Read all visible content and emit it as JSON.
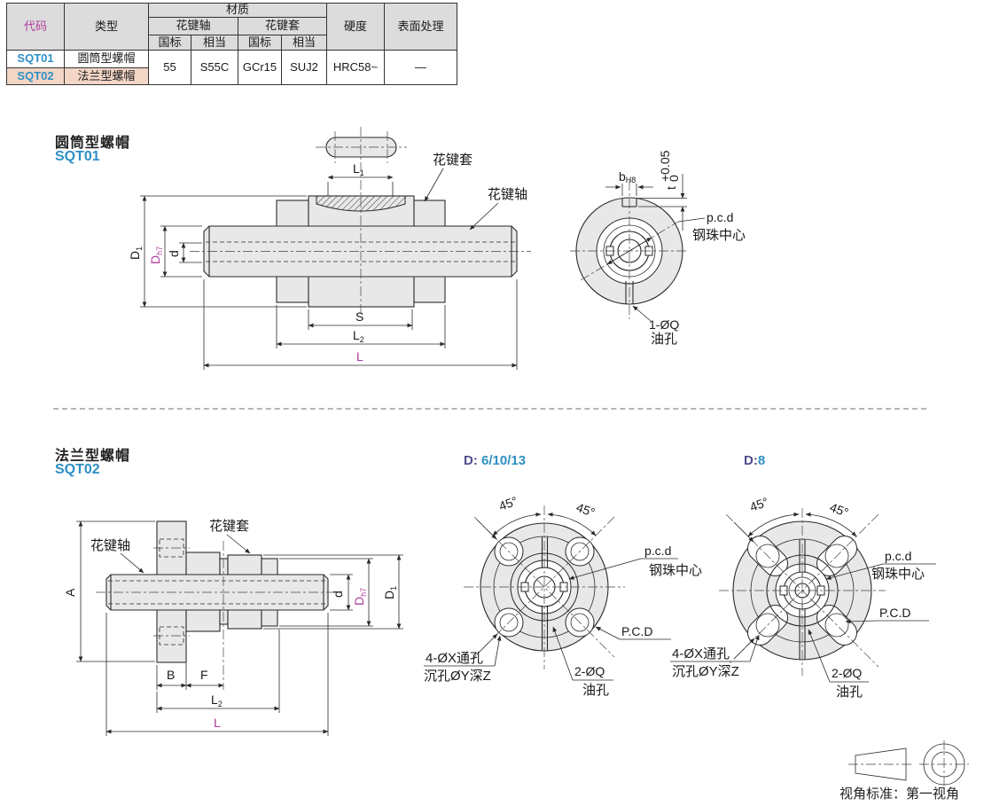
{
  "colors": {
    "accent_magenta": "#b03b9d",
    "accent_blue": "#2e8fc4",
    "view_title_purple": "#4f4d8c",
    "table_header_bg": "#dcdcdc",
    "row_highlight_bg": "#f3d6c6",
    "drawing_fill": "#e8e8e8",
    "line": "#2a2a2a"
  },
  "table": {
    "header": {
      "code": "代码",
      "type": "类型",
      "material": "材质",
      "spline_shaft": "花键轴",
      "spline_sleeve": "花键套",
      "gb": "国标",
      "equiv": "相当",
      "hardness": "硬度",
      "surface": "表面处理"
    },
    "rows": [
      {
        "code": "SQT01",
        "type": "圆筒型螺帽"
      },
      {
        "code": "SQT02",
        "type": "法兰型螺帽"
      }
    ],
    "values": {
      "shaft_gb": "55",
      "shaft_equiv": "S55C",
      "sleeve_gb": "GCr15",
      "sleeve_equiv": "SUJ2",
      "hardness": "HRC58~",
      "surface": "—"
    }
  },
  "section1": {
    "title": "圆筒型螺帽",
    "code": "SQT01"
  },
  "section2": {
    "title": "法兰型螺帽",
    "code": "SQT02"
  },
  "view_titles": {
    "v1_prefix": "D:",
    "v1_value": " 6/10/13",
    "v2_prefix": "D:",
    "v2_value": "8"
  },
  "labels": {
    "spline_sleeve": "花键套",
    "spline_shaft": "花键轴",
    "pcd_small": "p.c.d",
    "ball_center": "钢珠中心",
    "pcd_big": "P.C.D",
    "oil_hole": "油孔",
    "one_oil": "1-ØQ",
    "two_oil": "2-ØQ",
    "four_holes": "4-ØX通孔",
    "counterbore": "沉孔ØY深Z",
    "angle45": "45°"
  },
  "dims": {
    "L1m": "L",
    "L1s": "1",
    "L2m": "L",
    "L2s": "2",
    "S": "S",
    "L": "L",
    "D1m": "D",
    "D1s": "1",
    "Dh7m": "D",
    "Dh7s": "h7",
    "d": "d",
    "A": "A",
    "B": "B",
    "F": "F",
    "bm": "b",
    "bs": "H8",
    "t": "t",
    "t_up": "+0.05",
    "t_dn": "0"
  },
  "footer": {
    "view_standard": "视角标准：第一视角"
  }
}
